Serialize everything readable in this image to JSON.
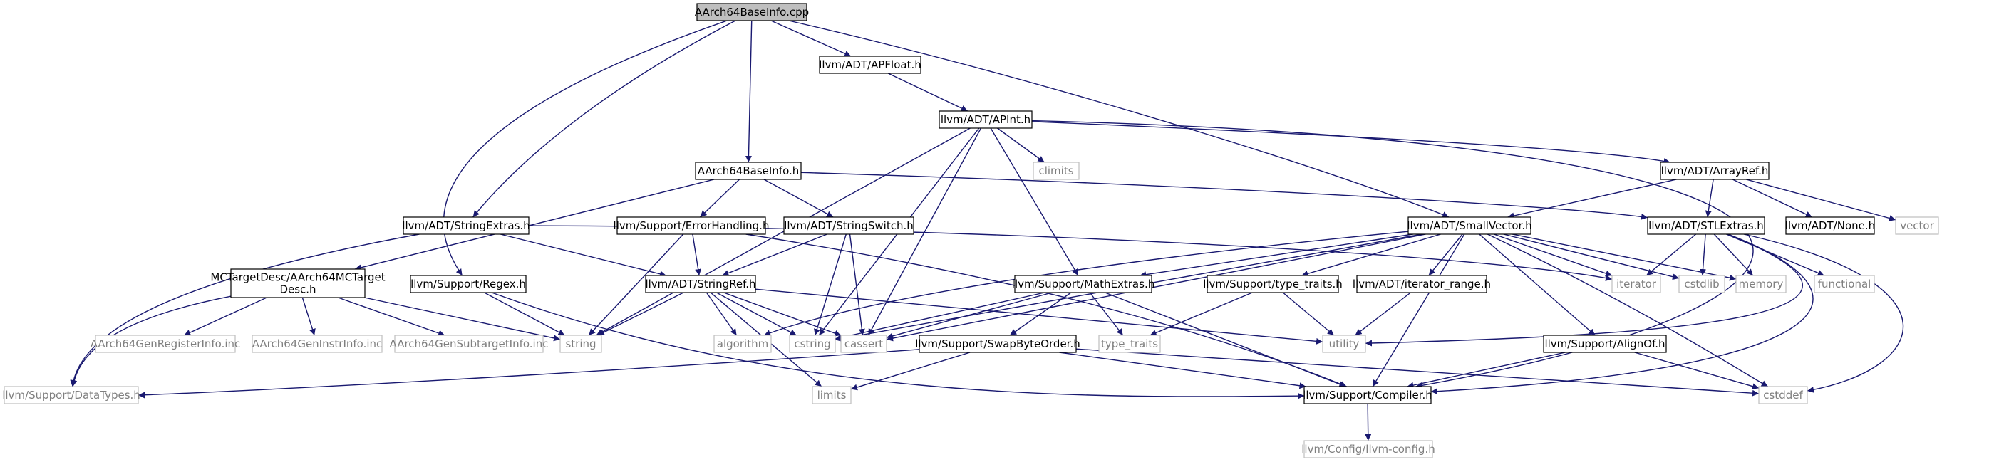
{
  "colors": {
    "edge": "#191970",
    "node_border_documented": "#000000",
    "node_border_external": "#bfbfbf",
    "root_fill": "#bfbfbf",
    "text_documented": "#000000",
    "text_external": "#7f7f7f"
  },
  "nodes": [
    {
      "id": "root",
      "label": "AArch64BaseInfo.cpp",
      "kind": "root"
    },
    {
      "id": "apfloat",
      "label": "llvm/ADT/APFloat.h",
      "kind": "documented"
    },
    {
      "id": "apint",
      "label": "llvm/ADT/APInt.h",
      "kind": "documented"
    },
    {
      "id": "climits",
      "label": "climits",
      "kind": "external"
    },
    {
      "id": "arrayref",
      "label": "llvm/ADT/ArrayRef.h",
      "kind": "documented"
    },
    {
      "id": "aarch64baseinfo",
      "label": "AArch64BaseInfo.h",
      "kind": "documented"
    },
    {
      "id": "stringextras",
      "label": "llvm/ADT/StringExtras.h",
      "kind": "documented"
    },
    {
      "id": "errorhandling",
      "label": "llvm/Support/ErrorHandling.h",
      "kind": "documented"
    },
    {
      "id": "stringswitch",
      "label": "llvm/ADT/StringSwitch.h",
      "kind": "documented"
    },
    {
      "id": "smallvector",
      "label": "llvm/ADT/SmallVector.h",
      "kind": "documented"
    },
    {
      "id": "stlextras",
      "label": "llvm/ADT/STLExtras.h",
      "kind": "documented"
    },
    {
      "id": "none",
      "label": "llvm/ADT/None.h",
      "kind": "documented"
    },
    {
      "id": "vector",
      "label": "vector",
      "kind": "external"
    },
    {
      "id": "mctargetdesc",
      "label": "MCTargetDesc/AArch64MCTarget|Desc.h",
      "kind": "documented"
    },
    {
      "id": "regex",
      "label": "llvm/Support/Regex.h",
      "kind": "documented"
    },
    {
      "id": "stringref",
      "label": "llvm/ADT/StringRef.h",
      "kind": "documented"
    },
    {
      "id": "mathextras",
      "label": "llvm/Support/MathExtras.h",
      "kind": "documented"
    },
    {
      "id": "typetraitsh",
      "label": "llvm/Support/type_traits.h",
      "kind": "documented"
    },
    {
      "id": "iteratorrange",
      "label": "llvm/ADT/iterator_range.h",
      "kind": "documented"
    },
    {
      "id": "iterator",
      "label": "iterator",
      "kind": "external"
    },
    {
      "id": "cstdlib",
      "label": "cstdlib",
      "kind": "external"
    },
    {
      "id": "memory",
      "label": "memory",
      "kind": "external"
    },
    {
      "id": "functional",
      "label": "functional",
      "kind": "external"
    },
    {
      "id": "genreg",
      "label": "AArch64GenRegisterInfo.inc",
      "kind": "external"
    },
    {
      "id": "geninstr",
      "label": "AArch64GenInstrInfo.inc",
      "kind": "external"
    },
    {
      "id": "gensubtarget",
      "label": "AArch64GenSubtargetInfo.inc",
      "kind": "external"
    },
    {
      "id": "string",
      "label": "string",
      "kind": "external"
    },
    {
      "id": "algorithm",
      "label": "algorithm",
      "kind": "external"
    },
    {
      "id": "cstring",
      "label": "cstring",
      "kind": "external"
    },
    {
      "id": "cassert",
      "label": "cassert",
      "kind": "external"
    },
    {
      "id": "typetraits",
      "label": "type_traits",
      "kind": "external"
    },
    {
      "id": "utility",
      "label": "utility",
      "kind": "external"
    },
    {
      "id": "swapbyteorder",
      "label": "llvm/Support/SwapByteOrder.h",
      "kind": "documented"
    },
    {
      "id": "alignof",
      "label": "llvm/Support/AlignOf.h",
      "kind": "documented"
    },
    {
      "id": "datatypes",
      "label": "llvm/Support/DataTypes.h",
      "kind": "external"
    },
    {
      "id": "limits",
      "label": "limits",
      "kind": "external"
    },
    {
      "id": "compiler",
      "label": "llvm/Support/Compiler.h",
      "kind": "documented"
    },
    {
      "id": "cstddef",
      "label": "cstddef",
      "kind": "external"
    },
    {
      "id": "llvmconfig",
      "label": "llvm/Config/llvm-config.h",
      "kind": "external"
    }
  ],
  "edges": [
    [
      "root",
      "apfloat"
    ],
    [
      "root",
      "aarch64baseinfo"
    ],
    [
      "root",
      "stringextras"
    ],
    [
      "root",
      "regex"
    ],
    [
      "root",
      "smallvector"
    ],
    [
      "apfloat",
      "apint"
    ],
    [
      "apint",
      "climits"
    ],
    [
      "apint",
      "arrayref"
    ],
    [
      "apint",
      "string"
    ],
    [
      "apint",
      "cstring"
    ],
    [
      "apint",
      "cassert"
    ],
    [
      "apint",
      "mathextras"
    ],
    [
      "apint",
      "compiler"
    ],
    [
      "arrayref",
      "smallvector"
    ],
    [
      "arrayref",
      "stlextras"
    ],
    [
      "arrayref",
      "none"
    ],
    [
      "arrayref",
      "vector"
    ],
    [
      "aarch64baseinfo",
      "mctargetdesc"
    ],
    [
      "aarch64baseinfo",
      "errorhandling"
    ],
    [
      "aarch64baseinfo",
      "stringswitch"
    ],
    [
      "aarch64baseinfo",
      "stlextras"
    ],
    [
      "stringextras",
      "stringref"
    ],
    [
      "stringextras",
      "datatypes"
    ],
    [
      "stringextras",
      "iterator"
    ],
    [
      "errorhandling",
      "stringref"
    ],
    [
      "errorhandling",
      "string"
    ],
    [
      "errorhandling",
      "compiler"
    ],
    [
      "stringswitch",
      "stringref"
    ],
    [
      "stringswitch",
      "cstring"
    ],
    [
      "stringswitch",
      "cassert"
    ],
    [
      "smallvector",
      "algorithm"
    ],
    [
      "smallvector",
      "cstring"
    ],
    [
      "smallvector",
      "cassert"
    ],
    [
      "smallvector",
      "mathextras"
    ],
    [
      "smallvector",
      "typetraitsh"
    ],
    [
      "smallvector",
      "iteratorrange"
    ],
    [
      "smallvector",
      "iterator"
    ],
    [
      "smallvector",
      "cstdlib"
    ],
    [
      "smallvector",
      "memory"
    ],
    [
      "smallvector",
      "alignof"
    ],
    [
      "smallvector",
      "compiler"
    ],
    [
      "smallvector",
      "cstddef"
    ],
    [
      "stlextras",
      "iterator"
    ],
    [
      "stlextras",
      "cstdlib"
    ],
    [
      "stlextras",
      "memory"
    ],
    [
      "stlextras",
      "functional"
    ],
    [
      "stlextras",
      "utility"
    ],
    [
      "stlextras",
      "compiler"
    ],
    [
      "stlextras",
      "cstddef"
    ],
    [
      "mctargetdesc",
      "genreg"
    ],
    [
      "mctargetdesc",
      "geninstr"
    ],
    [
      "mctargetdesc",
      "gensubtarget"
    ],
    [
      "mctargetdesc",
      "datatypes"
    ],
    [
      "mctargetdesc",
      "string"
    ],
    [
      "regex",
      "string"
    ],
    [
      "regex",
      "compiler"
    ],
    [
      "stringref",
      "string"
    ],
    [
      "stringref",
      "algorithm"
    ],
    [
      "stringref",
      "cstring"
    ],
    [
      "stringref",
      "cassert"
    ],
    [
      "stringref",
      "limits"
    ],
    [
      "stringref",
      "utility"
    ],
    [
      "mathextras",
      "cassert"
    ],
    [
      "mathextras",
      "cstring"
    ],
    [
      "mathextras",
      "typetraits"
    ],
    [
      "mathextras",
      "swapbyteorder"
    ],
    [
      "mathextras",
      "compiler"
    ],
    [
      "typetraitsh",
      "typetraits"
    ],
    [
      "typetraitsh",
      "utility"
    ],
    [
      "iteratorrange",
      "utility"
    ],
    [
      "swapbyteorder",
      "datatypes"
    ],
    [
      "swapbyteorder",
      "limits"
    ],
    [
      "swapbyteorder",
      "compiler"
    ],
    [
      "swapbyteorder",
      "cstddef"
    ],
    [
      "alignof",
      "compiler"
    ],
    [
      "alignof",
      "cstddef"
    ],
    [
      "compiler",
      "llvmconfig"
    ]
  ]
}
